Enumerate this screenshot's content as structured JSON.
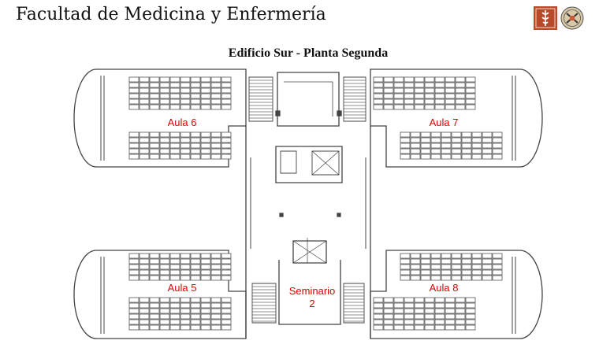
{
  "header": {
    "title": "Facultad de Medicina y Enfermería"
  },
  "plan": {
    "title": "Edificio Sur - Planta Segunda",
    "rooms": [
      {
        "label": "Aula 6"
      },
      {
        "label": "Aula 7"
      },
      {
        "label": "Aula 5"
      },
      {
        "label": "Aula 8"
      },
      {
        "label": "Seminario",
        "label2": "2"
      }
    ]
  },
  "colors": {
    "room_label": "#dd0000",
    "walls": "#444444",
    "seats": "#555555",
    "logo_faculty": "#b84a2a",
    "logo_university": "#d9c9a8"
  },
  "icons": {
    "logo_faculty": "faculty-logo-icon",
    "logo_university": "university-seal-icon"
  }
}
